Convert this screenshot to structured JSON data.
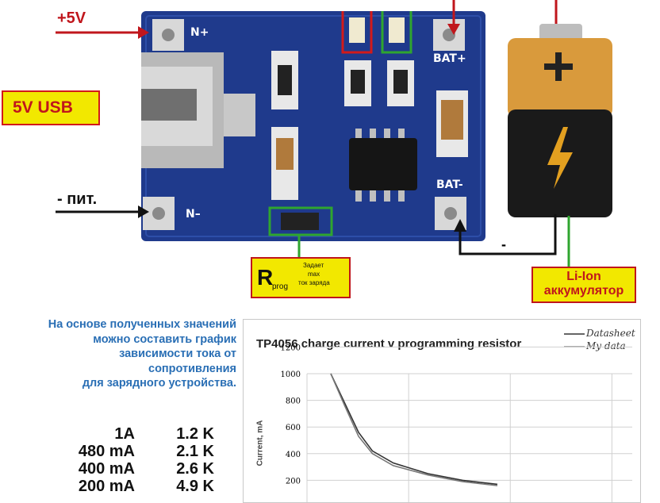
{
  "board": {
    "pad_n_plus": "N+",
    "pad_n_minus": "N–",
    "pad_bat_plus": "BAT+",
    "pad_bat_minus": "BAT-",
    "pcb_color": "#1f3a8c"
  },
  "annotations": {
    "plus5v": "+5V",
    "usb": "5V USB",
    "minus_pit": "- пит.",
    "rprog_r": "R",
    "rprog_sub": "prog",
    "rprog_note_1": "Задает",
    "rprog_note_2": "max",
    "rprog_note_3": "ток заряда",
    "liion_1": "Li-Ion",
    "liion_2": "аккумулятор",
    "minus_sign": "-",
    "red": "#c0161c",
    "yellow": "#f2e800",
    "green": "#2fa52f"
  },
  "description": {
    "lines": [
      "На основе полученных значений",
      "можно составить график",
      "зависимости тока от",
      "сопротивления",
      "для зарядного устройства."
    ],
    "table": [
      {
        "current": "1A",
        "resistance": "1.2 K"
      },
      {
        "current": "480 mA",
        "resistance": "2.1 K"
      },
      {
        "current": "400 mA",
        "resistance": "2.6 K"
      },
      {
        "current": "200 mA",
        "resistance": "4.9 K"
      }
    ]
  },
  "chart_data": {
    "type": "line",
    "title": "TP4056 charge current v programming resistor",
    "ylabel": "Current, mA",
    "ylim": [
      0,
      1200
    ],
    "yticks": [
      "1200",
      "1000",
      "800",
      "600",
      "400",
      "200"
    ],
    "legend": [
      "Datasheet",
      "My data"
    ],
    "series": [
      {
        "name": "Datasheet",
        "x": [
          1.2,
          1.6,
          2.0,
          2.4,
          3.0,
          4.0,
          5.0,
          6.0
        ],
        "y": [
          1000,
          780,
          560,
          420,
          330,
          250,
          200,
          170
        ]
      },
      {
        "name": "My data",
        "x": [
          1.2,
          1.6,
          2.0,
          2.4,
          3.0,
          4.0,
          5.0,
          6.0
        ],
        "y": [
          1000,
          760,
          530,
          400,
          310,
          240,
          190,
          160
        ]
      }
    ]
  }
}
